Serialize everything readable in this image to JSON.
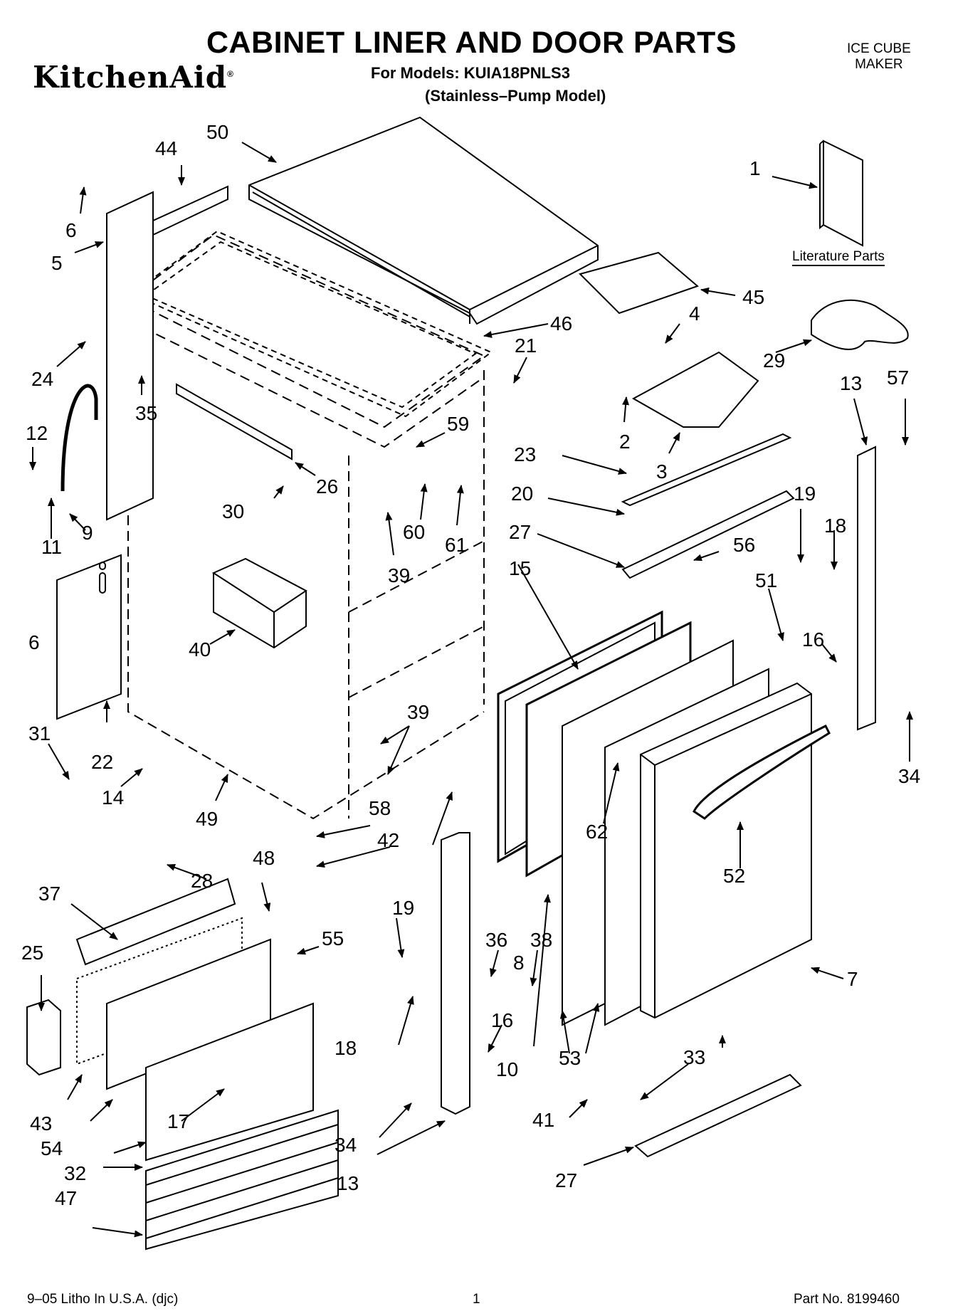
{
  "header": {
    "brand": "KitchenAid",
    "title": "CABINET LINER AND DOOR PARTS",
    "models_line": "For Models: KUIA18PNLS3",
    "variant_line": "(Stainless–Pump Model)",
    "category_line1": "ICE CUBE",
    "category_line2": "MAKER"
  },
  "literature_label": "Literature Parts",
  "footer": {
    "litho": "9–05 Litho In U.S.A. (djc)",
    "page": "1",
    "part_no": "Part No. 8199460"
  },
  "callouts": [
    "50",
    "44",
    "1",
    "6",
    "5",
    "45",
    "46",
    "4",
    "29",
    "24",
    "21",
    "13",
    "57",
    "2",
    "35",
    "12",
    "59",
    "23",
    "3",
    "26",
    "20",
    "19",
    "18",
    "30",
    "27",
    "56",
    "9",
    "11",
    "60",
    "61",
    "39",
    "15",
    "51",
    "16",
    "40",
    "6",
    "31",
    "22",
    "39",
    "34",
    "14",
    "49",
    "58",
    "42",
    "62",
    "52",
    "48",
    "28",
    "37",
    "55",
    "19",
    "36",
    "38",
    "7",
    "25",
    "18",
    "16",
    "8",
    "10",
    "53",
    "33",
    "17",
    "43",
    "54",
    "41",
    "34",
    "32",
    "13",
    "27",
    "47"
  ],
  "colors": {
    "ink": "#000000",
    "paper": "#ffffff",
    "shade": "#d8d8d8"
  }
}
